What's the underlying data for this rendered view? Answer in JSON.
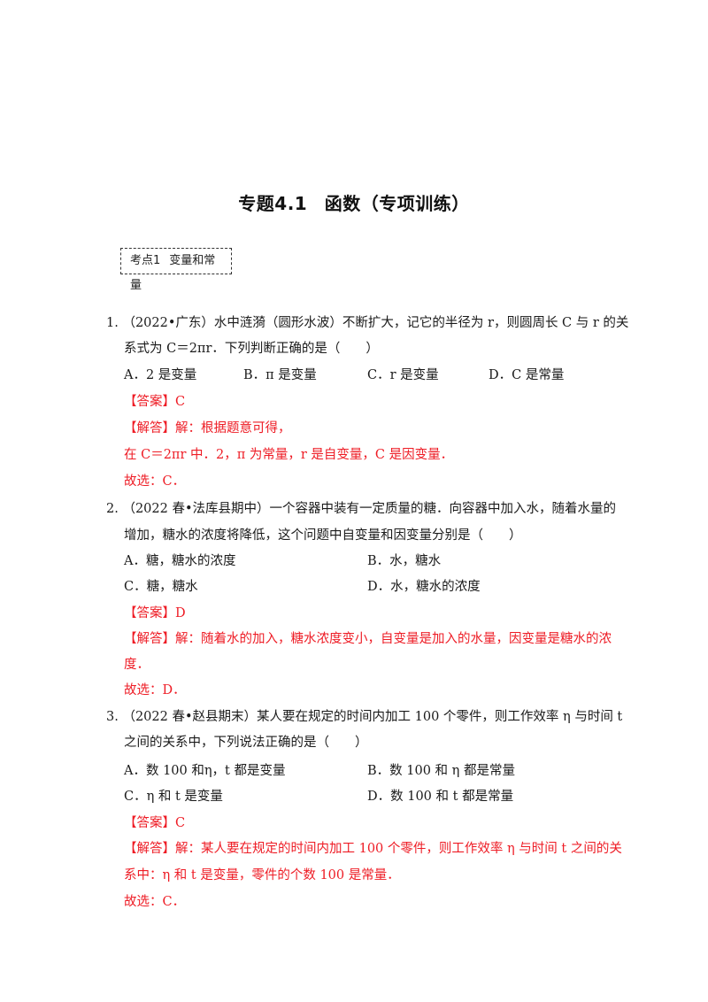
{
  "document": {
    "title_part1": "专题4.1",
    "title_part2": "函数（专项训练）",
    "section_label": "考点1",
    "section_name": "变量和常量"
  },
  "questions": [
    {
      "number": "1.",
      "line1": "（2022•广东）水中涟漪（圆形水波）不断扩大，记它的半径为 r，则圆周长 C 与 r 的关",
      "line2": "系式为 C＝2πr．下列判断正确的是（　　）",
      "options": [
        "A．2 是变量",
        "B．π 是变量",
        "C．r 是变量",
        "D．C 是常量"
      ],
      "answer_label": "【答案】",
      "answer": "C",
      "solution_label": "【解答】",
      "solution_lines": [
        "解：根据题意可得，",
        "在 C＝2πr 中．2，π 为常量，r 是自变量，C 是因变量．"
      ],
      "conclusion": "故选：C．"
    },
    {
      "number": "2.",
      "line1": "（2022 春•法库县期中）一个容器中装有一定质量的糖．向容器中加入水，随着水量的",
      "line2": "增加，糖水的浓度将降低，这个问题中自变量和因变量分别是（　　）",
      "options": [
        "A．糖，糖水的浓度",
        "B．水，糖水",
        "C．糖，糖水",
        "D．水，糖水的浓度"
      ],
      "answer_label": "【答案】",
      "answer": "D",
      "solution_label": "【解答】",
      "solution_lines": [
        "解：随着水的加入，糖水浓度变小，自变量是加入的水量，因变量是糖水的浓",
        "度．"
      ],
      "conclusion": "故选：D．"
    },
    {
      "number": "3.",
      "line1": "（2022 春•赵县期末）某人要在规定的时间内加工 100 个零件，则工作效率 η 与时间 t",
      "line2": "之间的关系中，下列说法正确的是（　　）",
      "options": [
        "A．数 100 和η，t 都是变量",
        "B．数 100 和 η 都是常量",
        "C．η 和 t 是变量",
        "D．数 100 和 t 都是常量"
      ],
      "answer_label": "【答案】",
      "answer": "C",
      "solution_label": "【解答】",
      "solution_lines": [
        "解：某人要在规定的时间内加工 100 个零件，则工作效率 η 与时间 t 之间的关",
        "系中：η 和 t 是变量，零件的个数 100 是常量．"
      ],
      "conclusion": "故选：C．"
    }
  ],
  "colors": {
    "text": "#1a1a1a",
    "answer_red": "#ee1c25"
  }
}
